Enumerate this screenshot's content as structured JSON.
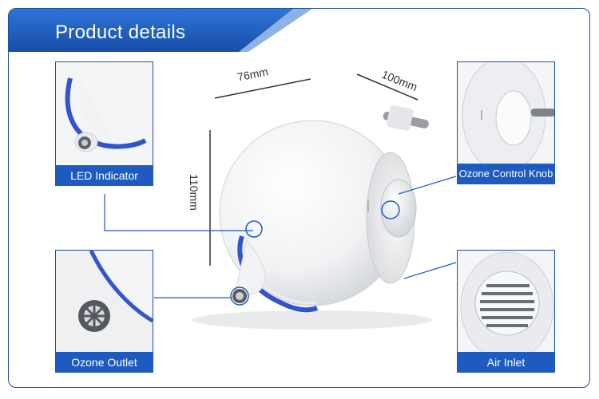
{
  "header": {
    "title": "Product details"
  },
  "dimensions": {
    "width": "76mm",
    "depth": "100mm",
    "height": "110mm"
  },
  "callouts": {
    "led": "LED Indicator",
    "outlet": "Ozone Outlet",
    "knob": "Ozone Control Knob",
    "inlet": "Air Inlet"
  },
  "colors": {
    "accent": "#1d5bc0",
    "frame": "#1d4f9e",
    "led_ring": "#3355cc"
  }
}
